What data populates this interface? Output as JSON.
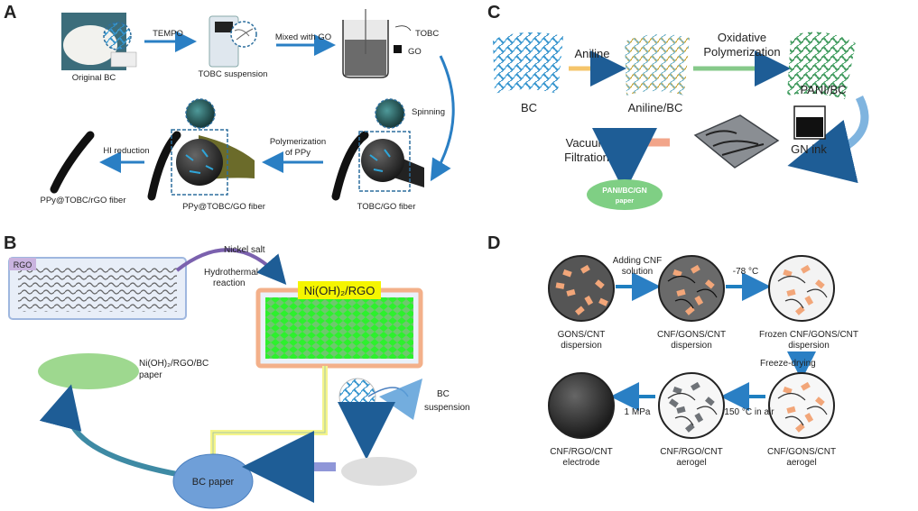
{
  "panel_a": {
    "letter": "A",
    "labels": {
      "original_bc": "Original BC",
      "tempo": "TEMPO",
      "tobc_suspension": "TOBC suspension",
      "mixed_with_go": "Mixed with GO",
      "tobc": "TOBC",
      "go": "GO",
      "spinning": "Spinning",
      "polymerization_line1": "Polymerization",
      "polymerization_line2": "of PPy",
      "hi_reduction": "HI reduction",
      "ppy_tobc_rgo_fiber": "PPy@TOBC/rGO fiber",
      "ppy_tobc_go_fiber": "PPy@TOBC/GO fiber",
      "tobc_go_fiber": "TOBC/GO fiber"
    }
  },
  "panel_b": {
    "letter": "B",
    "labels": {
      "rgo": "RGO",
      "nickel_salt": "Nickel salt",
      "hydrothermal_line1": "Hydrothermal",
      "hydrothermal_line2": "reaction",
      "ni_oh2_rgo": "Ni(OH)₂/RGO",
      "ni_oh2_rgo_bc_line1": "Ni(OH)₂/RGO/BC",
      "ni_oh2_rgo_bc_line2": "paper",
      "bc_suspension_line1": "BC",
      "bc_suspension_line2": "suspension",
      "bc_paper": "BC paper"
    },
    "colors": {
      "highlight": "#f5f500",
      "mesh": "#3ff03f",
      "paper_green": "#9ed88f",
      "bc_paper": "#6f9fd8"
    }
  },
  "panel_c": {
    "letter": "C",
    "labels": {
      "bc": "BC",
      "aniline": "Aniline",
      "aniline_bc": "Aniline/BC",
      "oxidative": "Oxidative",
      "polymerization": "Polymerization",
      "pani_bc": "PANI/BC",
      "gn_ink": "GN ink",
      "vacuum": "Vacuum",
      "filtration": "Filtration",
      "product_line1": "PANI/BC/GN",
      "product_line2": "paper"
    },
    "colors": {
      "aniline_arrow": "#f5c56b",
      "ox_arrow": "#86c98a",
      "vac_arrow": "#f2a58a",
      "curve_arrow": "#7fb4df",
      "product": "#7fcf84"
    }
  },
  "panel_d": {
    "letter": "D",
    "labels": {
      "gons_cnt_line1": "GONS/CNT",
      "gons_cnt_line2": "dispersion",
      "adding_cnf_line1": "Adding CNF",
      "adding_cnf_line2": "solution",
      "cnf_gons_cnt_line1": "CNF/GONS/CNT",
      "cnf_gons_cnt_line2": "dispersion",
      "minus78": "-78 °C",
      "frozen_line1": "Frozen CNF/GONS/CNT",
      "frozen_line2": "dispersion",
      "freeze_drying": "Freeze-drying",
      "cnf_gons_aerogel_line1": "CNF/GONS/CNT",
      "cnf_gons_aerogel_line2": "aerogel",
      "temp150": "150 °C in air",
      "cnf_rgo_aerogel_line1": "CNF/RGO/CNT",
      "cnf_rgo_aerogel_line2": "aerogel",
      "one_mpa": "1 MPa",
      "electrode_line1": "CNF/RGO/CNT",
      "electrode_line2": "electrode"
    },
    "colors": {
      "arrow": "#1e7fc0",
      "flake": "#f2a679"
    }
  }
}
